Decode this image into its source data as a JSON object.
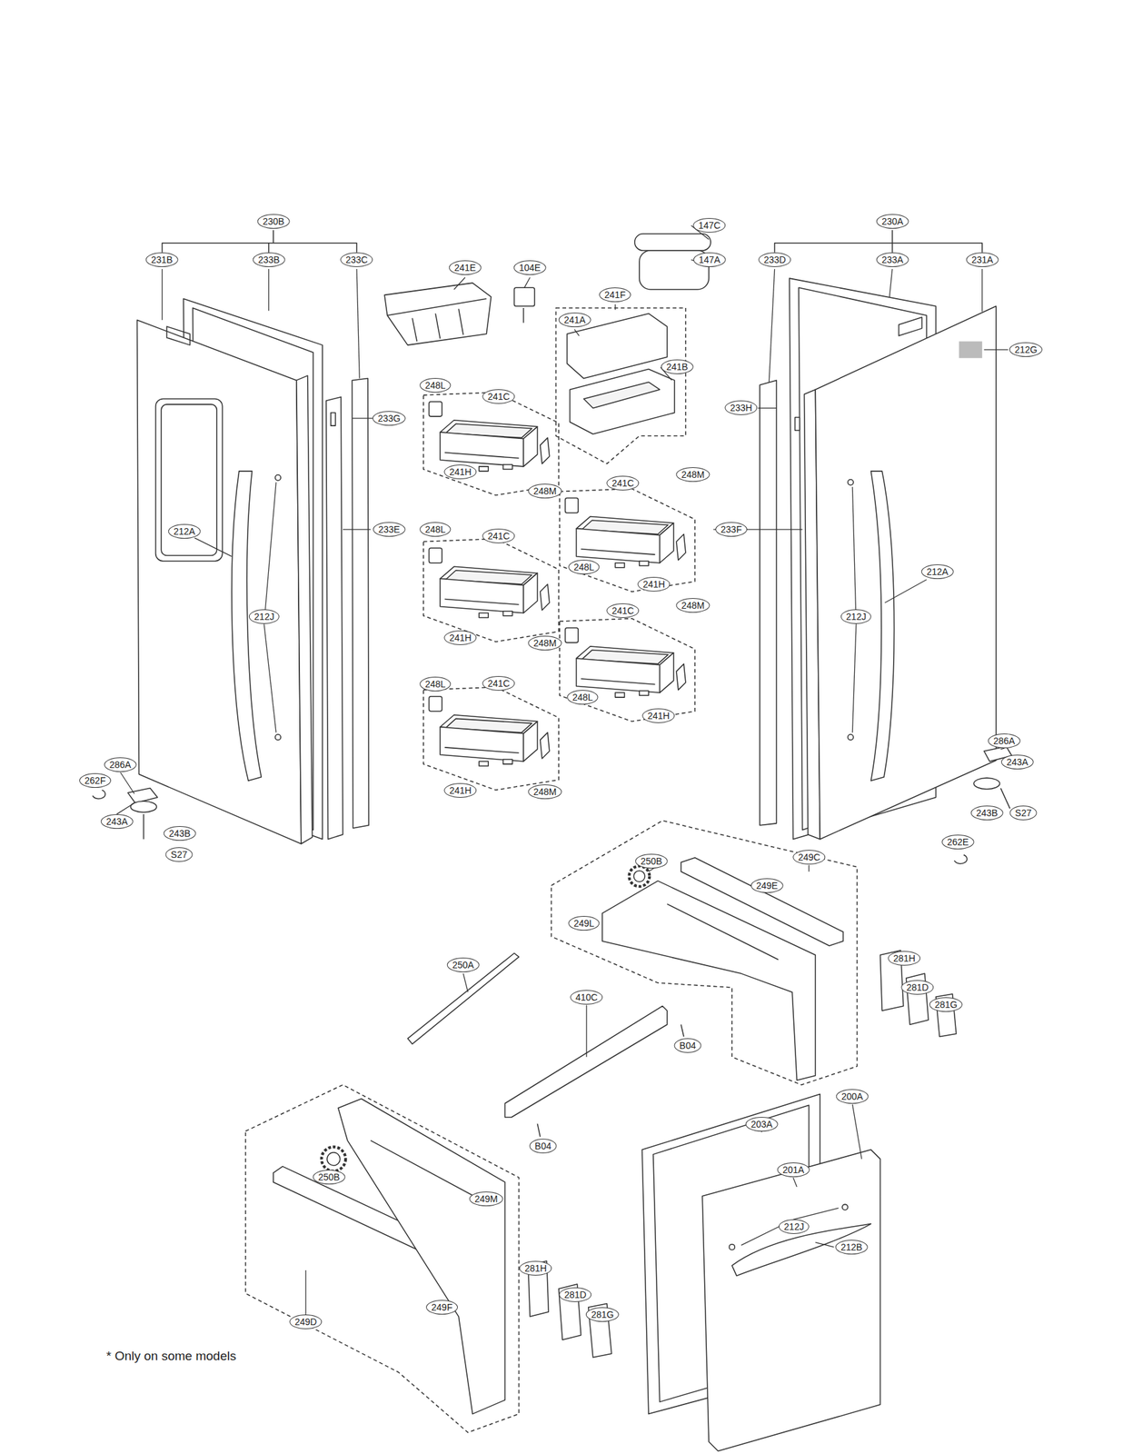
{
  "diagram": {
    "labels": [
      "230B",
      "231B",
      "233B",
      "233C",
      "241E",
      "104E",
      "147C",
      "147A",
      "230A",
      "233D",
      "233A",
      "231A",
      "212G",
      "241F",
      "241A",
      "241B",
      "233G",
      "233H",
      "248L",
      "241C",
      "241H",
      "248M",
      "241C",
      "248M",
      "233E",
      "233F",
      "248L",
      "241C",
      "248L",
      "241H",
      "212A",
      "212J",
      "212A",
      "212J",
      "241H",
      "248M",
      "241C",
      "248M",
      "248L",
      "241H",
      "248L",
      "241C",
      "241H",
      "248M",
      "286A",
      "262F",
      "243A",
      "243B",
      "S27",
      "286A",
      "243A",
      "243B",
      "S27",
      "262E",
      "249C",
      "250B",
      "249E",
      "249L",
      "281H",
      "281D",
      "281G",
      "250A",
      "410C",
      "B04",
      "B04",
      "203A",
      "200A",
      "201A",
      "212J",
      "212B",
      "250B",
      "249M",
      "249D",
      "249F",
      "281H",
      "281D",
      "281G",
      "* Only on some models"
    ]
  }
}
